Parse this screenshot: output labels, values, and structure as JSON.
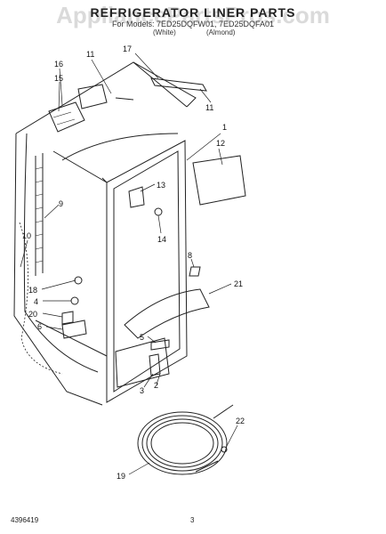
{
  "header": {
    "title": "REFRIGERATOR LINER PARTS",
    "subtitle": "For Models: 7ED25DQFW01, 7ED25DQFA01",
    "variant_left": "(White)",
    "variant_right": "(Almond)"
  },
  "watermark": "AppliancePartsPros.com",
  "footer": {
    "part_number": "4396419",
    "page": "3"
  },
  "callouts": {
    "c1": "1",
    "c2": "2",
    "c3": "3",
    "c4": "4",
    "c5": "5",
    "c6": "6",
    "c8": "8",
    "c9": "9",
    "c10": "10",
    "c11a": "11",
    "c11b": "11",
    "c12": "12",
    "c13": "13",
    "c14": "14",
    "c15": "15",
    "c16": "16",
    "c17": "17",
    "c18": "18",
    "c19": "19",
    "c20": "20",
    "c21": "21",
    "c22": "22"
  }
}
